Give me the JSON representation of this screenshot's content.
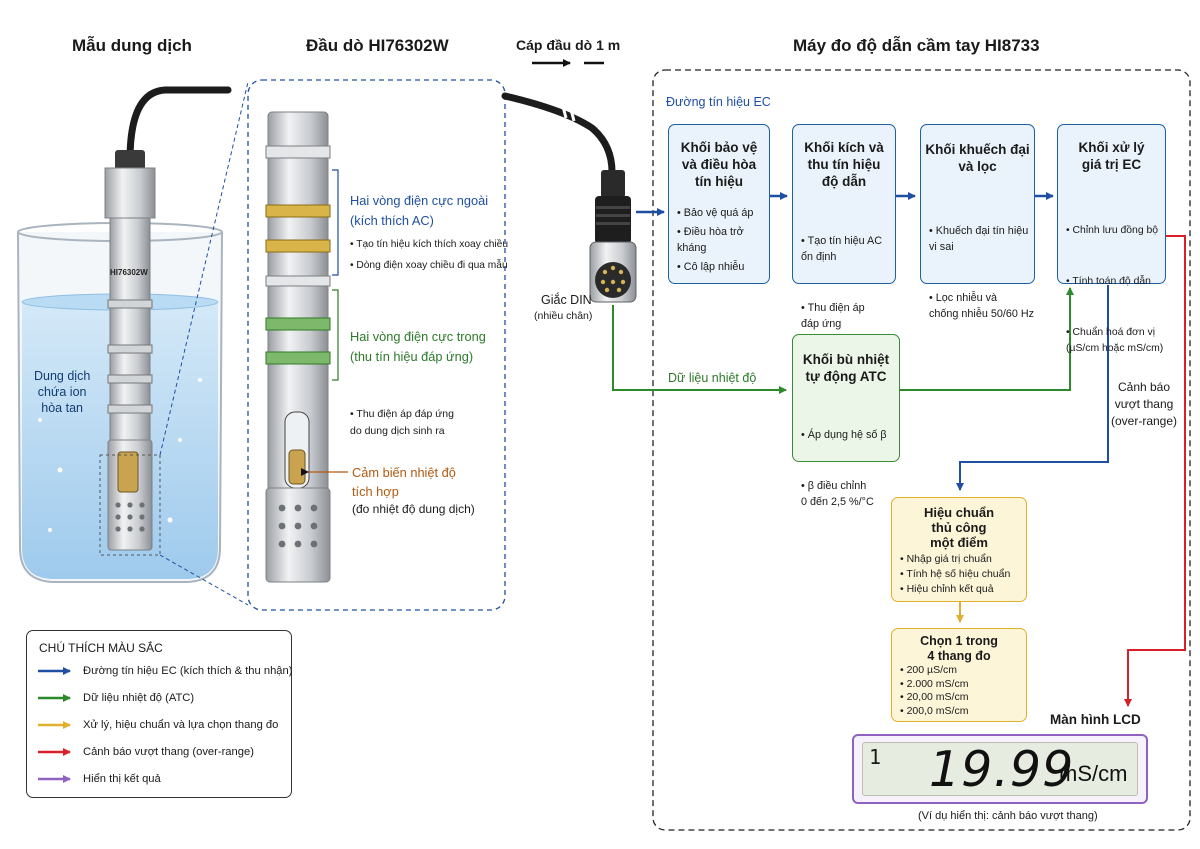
{
  "headers": {
    "sample": "Mẫu dung dịch",
    "probe": "Đầu dò HI76302W",
    "cable": "Cáp đầu dò 1 m",
    "meter": "Máy đo độ dẫn cầm tay HI8733"
  },
  "beaker": {
    "solution_label": "Dung dịch\nchứa ion\nhòa tan",
    "probe_marking": "HI76302W"
  },
  "probe_annotations": {
    "outer_rings": {
      "title": "Hai vòng điện cực ngoài\n(kích thích AC)",
      "items": [
        "Tạo tín hiệu kích thích xoay chiều",
        "Dòng điện xoay chiều đi qua mẫu"
      ]
    },
    "inner_rings": {
      "title": "Hai vòng điện cực trong\n(thu tín hiệu đáp ứng)",
      "items": [
        "Thu điện áp đáp ứng\ndo dung dịch sinh ra"
      ]
    },
    "temp_sensor": {
      "title": "Cảm biến nhiệt độ\ntích hợp",
      "note": "(đo nhiệt độ dung dịch)"
    }
  },
  "connector": {
    "label": "Giắc DIN",
    "sub": "(nhiều chân)"
  },
  "signal_path_label": "Đường tín hiệu EC",
  "temp_data_label": "Dữ liệu nhiệt độ",
  "overrange_label": "Cảnh báo\nvượt thang\n(over-range)",
  "blocks": {
    "protection": {
      "title": "Khối bảo vệ\nvà điều hòa\ntín hiệu",
      "items": [
        "Bảo vệ quá áp",
        "Điều hòa trở kháng",
        "Cô lập nhiễu"
      ]
    },
    "excitation": {
      "title": "Khối kích và\nthu tín hiệu\nđộ dẫn",
      "items": [
        "Tạo tín hiệu AC\nổn định",
        "Thu điện áp\nđáp ứng"
      ]
    },
    "amplifier": {
      "title": "Khối khuếch đại\nvà lọc",
      "items": [
        "Khuếch đại tín hiệu\nvi sai",
        "Lọc nhiễu và\nchống nhiễu 50/60 Hz"
      ]
    },
    "processor": {
      "title": "Khối xử lý\ngiá trị EC",
      "items": [
        "Chỉnh lưu đồng bộ",
        "Tính toán độ dẫn",
        "Chuẩn hoá đơn vị\n(µS/cm hoặc mS/cm)"
      ]
    },
    "atc": {
      "title": "Khối bù nhiệt\ntự động ATC",
      "items": [
        "Áp dụng hệ số β",
        "β điều chỉnh\n0 đến 2,5 %/°C"
      ]
    },
    "calibration": {
      "title": "Hiệu chuẩn\nthủ công\nmột điểm",
      "items": [
        "Nhập giá trị chuẩn",
        "Tính hệ số hiệu chuẩn",
        "Hiệu chỉnh kết quả"
      ]
    },
    "range": {
      "title": "Chọn 1 trong\n4 thang đo",
      "items": [
        "200 µS/cm",
        "2.000 mS/cm",
        "20,00 mS/cm",
        "200,0 mS/cm"
      ]
    }
  },
  "lcd": {
    "title": "Màn hình LCD",
    "indicator": "1",
    "value": "19.99",
    "unit": "mS/cm",
    "caption": "(Ví dụ hiển thị: cảnh báo vượt thang)"
  },
  "legend": {
    "title": "CHÚ THÍCH MÀU SẮC",
    "items": [
      {
        "label": "Đường tín hiệu EC (kích thích & thu nhận)",
        "color": "#1f4fa0"
      },
      {
        "label": "Dữ liệu nhiệt độ (ATC)",
        "color": "#2d8a2a"
      },
      {
        "label": "Xử lý, hiệu chuẩn và lựa chọn thang đo",
        "color": "#e0b12c"
      },
      {
        "label": "Cảnh báo vượt thang (over-range)",
        "color": "#d8202a"
      },
      {
        "label": "Hiển thị kết quả",
        "color": "#8f62c1"
      }
    ]
  },
  "colors": {
    "signal": "#1f4fa0",
    "temperature": "#2d8a2a",
    "processing": "#e0b12c",
    "alarm": "#d8202a",
    "display": "#8f62c1"
  }
}
